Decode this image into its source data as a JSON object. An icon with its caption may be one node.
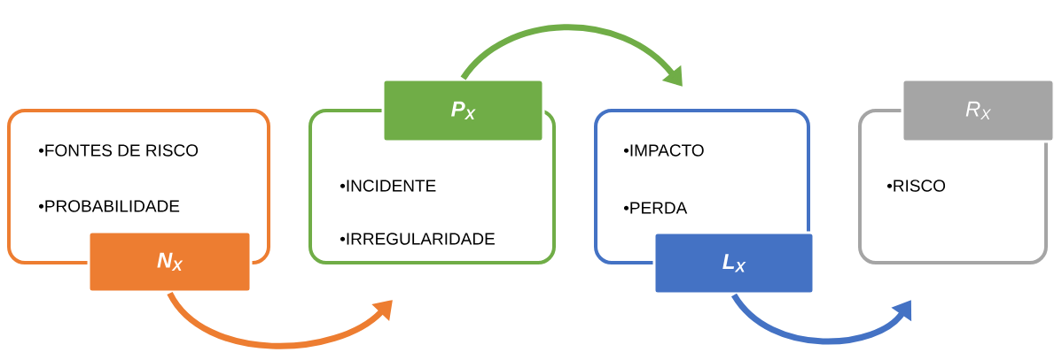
{
  "diagram": {
    "nodes": [
      {
        "text": [
          "•FONTES DE RISCO",
          "•PROBABILIDADE"
        ]
      },
      {
        "text": [
          "N$_{X}$"
        ]
      },
      {
        "text": [
          "•INCIDENTE",
          "•IRREGULARIDADE"
        ]
      },
      {
        "text": [
          "P$_{X}$"
        ]
      },
      {
        "text": [
          "•IMPACTO",
          "•PERDA"
        ]
      },
      {
        "text": [
          "L$_{X}$"
        ]
      },
      {
        "text": [
          "•RISCO"
        ]
      },
      {
        "text": [
          "R$_{X}$"
        ]
      }
    ],
    "edges": [
      {
        "from": 1,
        "to": 2,
        "arrow": "to",
        "color": "#ed7d31"
      },
      {
        "from": 3,
        "to": 4,
        "arrow": "to",
        "color": "#70ad47"
      },
      {
        "from": 5,
        "to": 6,
        "arrow": "to",
        "color": "#4472c4"
      }
    ]
  }
}
